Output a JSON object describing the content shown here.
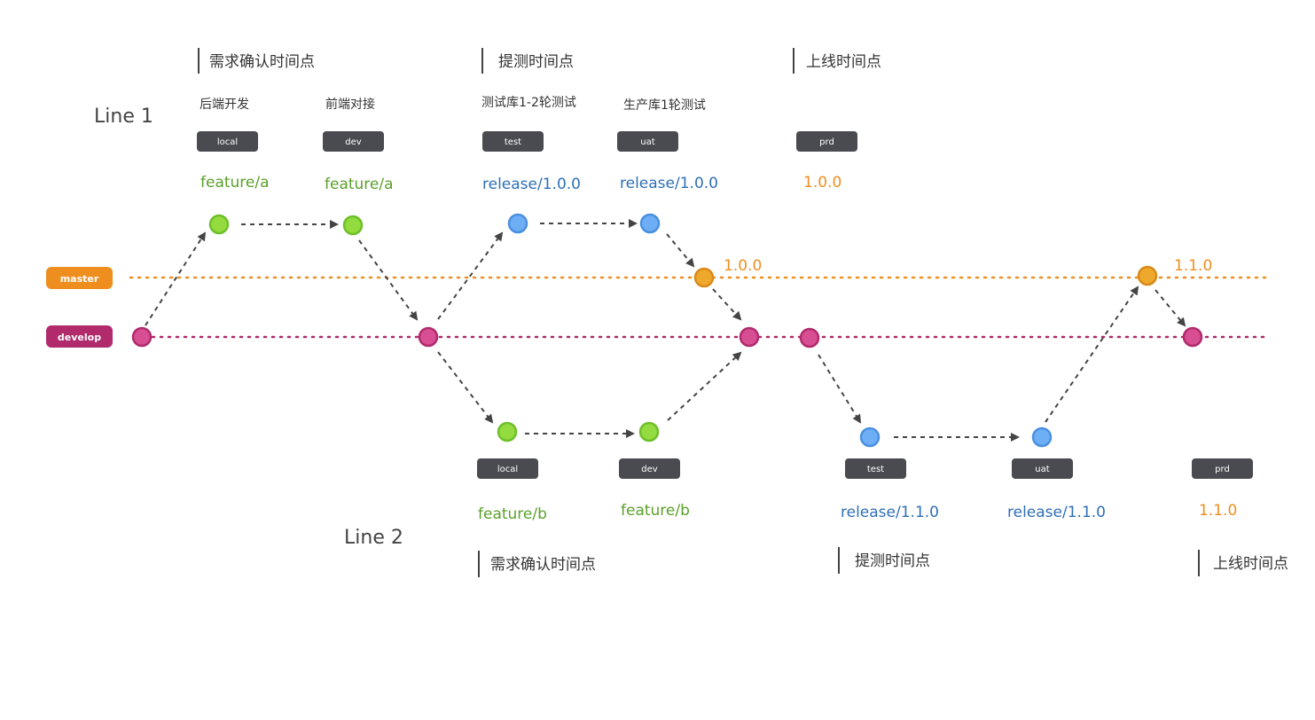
{
  "branch_labels": {
    "master": "master",
    "develop": "develop"
  },
  "lines": {
    "line1": "Line 1",
    "line2": "Line 2"
  },
  "milestones_top": [
    "需求确认时间点",
    "提测时间点",
    "上线时间点"
  ],
  "milestones_bottom": [
    "需求确认时间点",
    "提测时间点",
    "上线时间点"
  ],
  "top_steps": [
    "后端开发",
    "前端对接",
    "测试库1-2轮测试",
    "生产库1轮测试"
  ],
  "env_tags_top": [
    "local",
    "dev",
    "test",
    "uat",
    "prd"
  ],
  "env_tags_bottom": [
    "local",
    "dev",
    "test",
    "uat",
    "prd"
  ],
  "branch_names_top": [
    "feature/a",
    "feature/a",
    "release/1.0.0",
    "release/1.0.0",
    "1.0.0"
  ],
  "branch_names_bottom": [
    "feature/b",
    "feature/b",
    "release/1.1.0",
    "release/1.1.0",
    "1.1.0"
  ],
  "master_tags": [
    "1.0.0",
    "1.1.0"
  ],
  "colors": {
    "master": "#EE8E1E",
    "develop": "#B02A6C",
    "develop_node": "#D84E93",
    "feature": "#93DB3E",
    "feature_text": "#5BA02A",
    "release": "#6EAEF5",
    "release_text": "#2E6FB5",
    "tag_bg": "#4A4B50",
    "arrow": "#444444"
  }
}
